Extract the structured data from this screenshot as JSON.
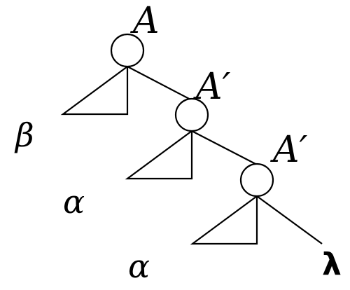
{
  "nodes": [
    {
      "label": "A"
    },
    {
      "label": "A′"
    },
    {
      "label": "A′"
    }
  ],
  "subtrees": [
    {
      "label": "β"
    },
    {
      "label": "α"
    },
    {
      "label": "α"
    }
  ],
  "leaf": {
    "label": "λ"
  },
  "colors": {
    "stroke": "#000000",
    "background": "#ffffff"
  }
}
